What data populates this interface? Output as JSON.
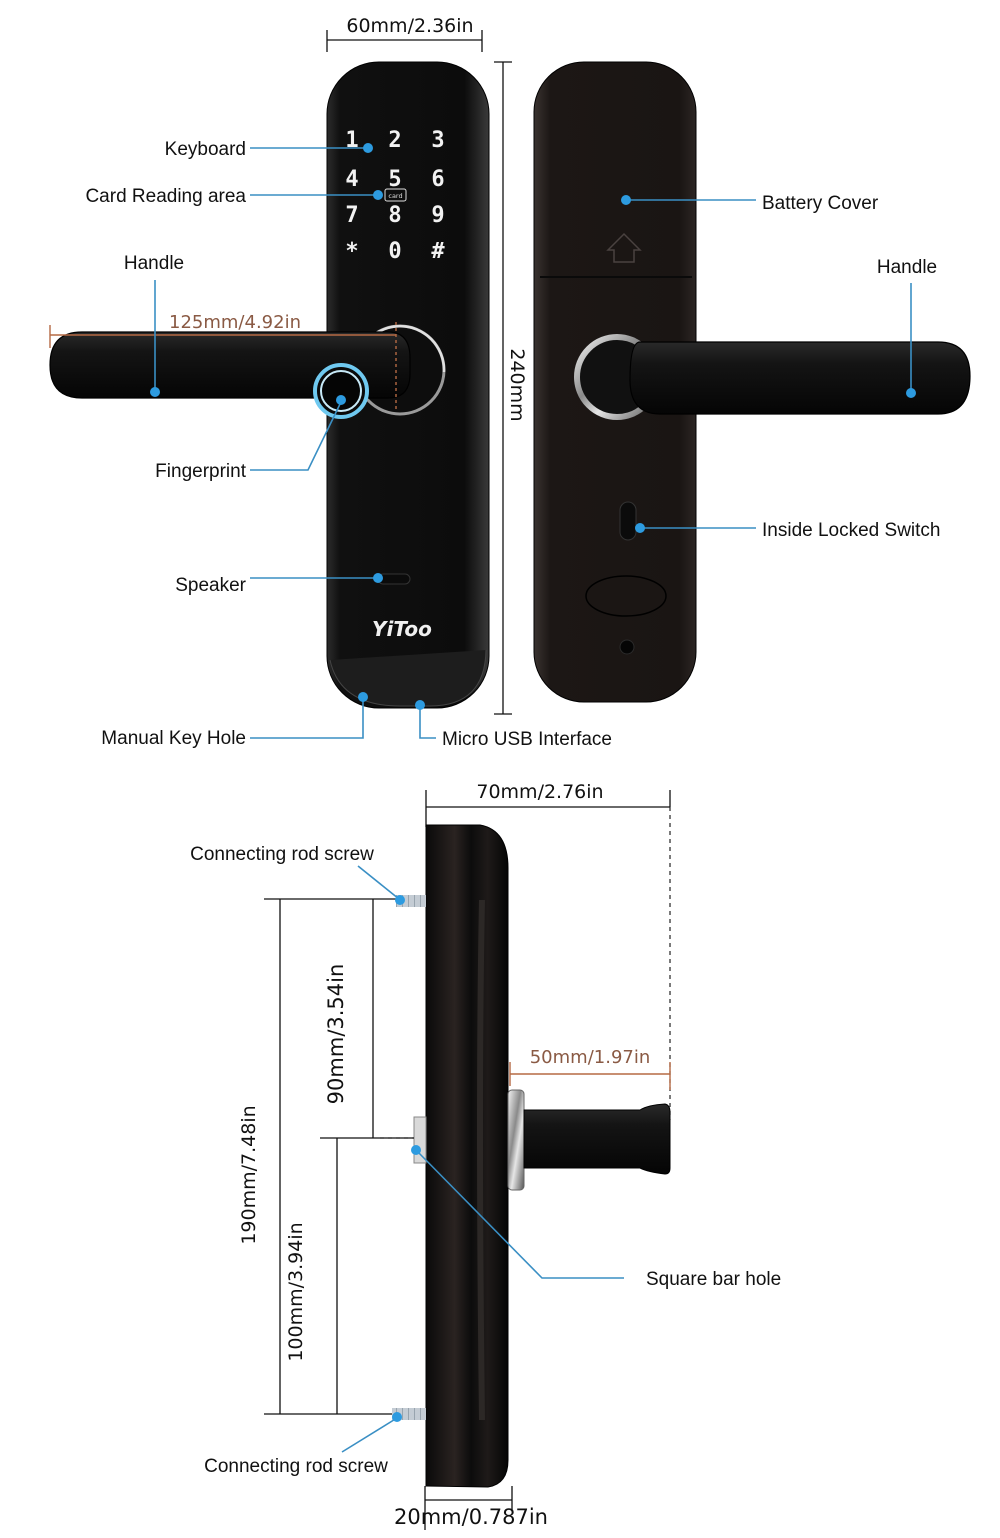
{
  "diagram": {
    "title": "Smart door lock product dimensions and parts",
    "brand": "YiToo",
    "front_view": {
      "labels": {
        "keyboard": "Keyboard",
        "card_reading_area": "Card Reading area",
        "handle": "Handle",
        "fingerprint": "Fingerprint",
        "speaker": "Speaker",
        "manual_key_hole": "Manual Key Hole",
        "micro_usb": "Micro USB Interface"
      },
      "keypad": [
        "1",
        "2",
        "3",
        "4",
        "5",
        "6",
        "7",
        "8",
        "9",
        "*",
        "0",
        "#"
      ],
      "card_icon_text": "card",
      "dimensions": {
        "width": "60mm/2.36in",
        "height": "240mm",
        "handle_length": "125mm/4.92in"
      }
    },
    "back_view": {
      "labels": {
        "battery_cover": "Battery Cover",
        "handle": "Handle",
        "inside_locked_switch": "Inside Locked Switch"
      }
    },
    "side_view": {
      "labels": {
        "connecting_rod_screw_top": "Connecting rod screw",
        "connecting_rod_screw_bottom": "Connecting rod screw",
        "square_bar_hole": "Square bar hole"
      },
      "dimensions": {
        "depth_total": "70mm/2.76in",
        "handle_projection": "50mm/1.97in",
        "screw_spacing": "190mm/7.48in",
        "top_to_spindle": "90mm/3.54in",
        "spindle_to_bottom": "100mm/3.94in",
        "body_thickness": "20mm/0.787in"
      }
    },
    "colors": {
      "callout_line": "#3a8fc4",
      "callout_dot": "#2d9be0",
      "orange_dimension": "#b56a44",
      "lock_body": "#141414"
    }
  }
}
